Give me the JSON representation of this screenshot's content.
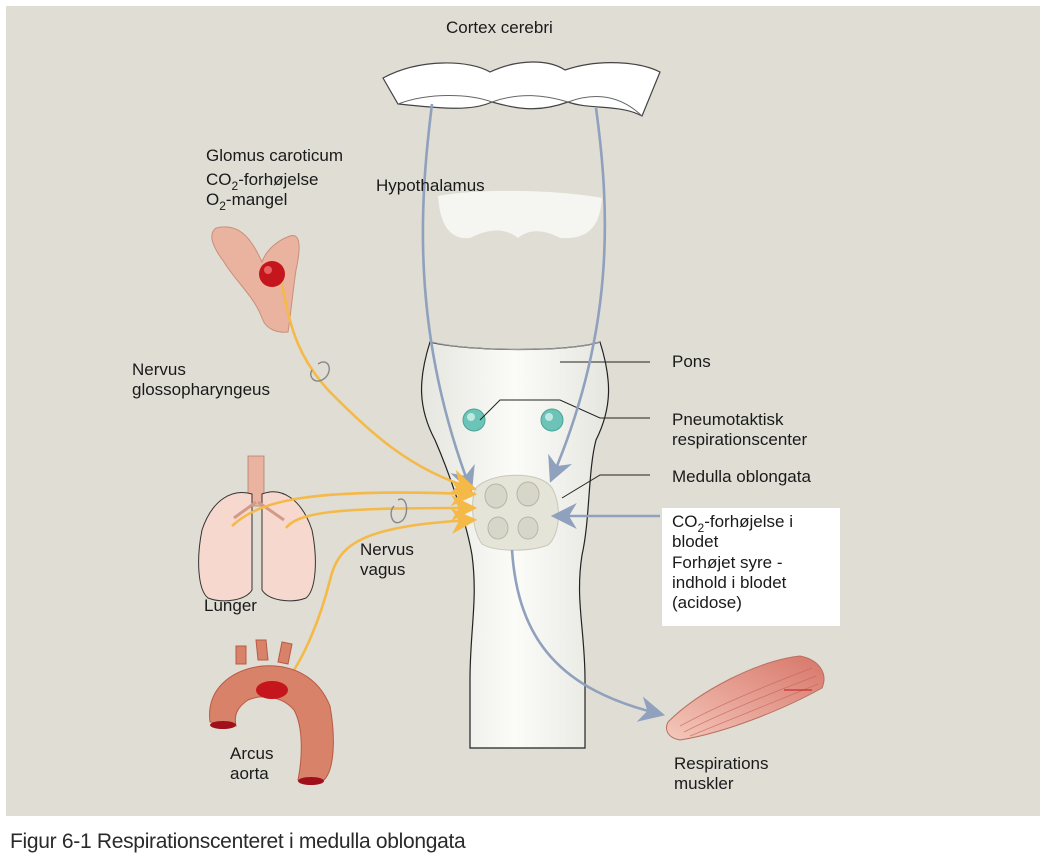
{
  "labels": {
    "cortex": "Cortex cerebri",
    "hypothalamus": "Hypothalamus",
    "glomus_title": "Glomus caroticum",
    "co2_prefix": "CO",
    "co2_sub": "2",
    "co2_suffix": "-forhøjelse",
    "o2_prefix": "O",
    "o2_sub": "2",
    "o2_suffix": "-mangel",
    "nervus_glosso_line1": "Nervus",
    "nervus_glosso_line2": "glossopharyngeus",
    "pons": "Pons",
    "pneumotaktisk_line1": "Pneumotaktisk",
    "pneumotaktisk_line2": "respirationscenter",
    "medulla": "Medulla oblongata",
    "blood_co2_prefix": "CO",
    "blood_co2_sub": "2",
    "blood_co2_suffix": "-forhøjelse i",
    "blood_line2": "blodet",
    "blood_line3": "Forhøjet syre -",
    "blood_line4": "indhold i blodet",
    "blood_line5": "(acidose)",
    "nervus_vagus_line1": "Nervus",
    "nervus_vagus_line2": "vagus",
    "lunger": "Lunger",
    "arcus_line1": "Arcus",
    "arcus_line2": "aorta",
    "resp_line1": "Respirations",
    "resp_line2": "muskler"
  },
  "caption": "Figur 6-1  Respirationscenteret i medulla oblongata",
  "colors": {
    "background": "#dfddd4",
    "nerve_afferent": "#f5b947",
    "nerve_central": "#8fa1bd",
    "brainstem": "#f3f3ef",
    "center_teal": "#6cc4b8",
    "tissue_pink": "#e9b3a0",
    "artery_red": "#d9826a",
    "receptor_red": "#c4161c",
    "lung_fill": "#f6d8cf",
    "muscle": "#e59a8a"
  }
}
